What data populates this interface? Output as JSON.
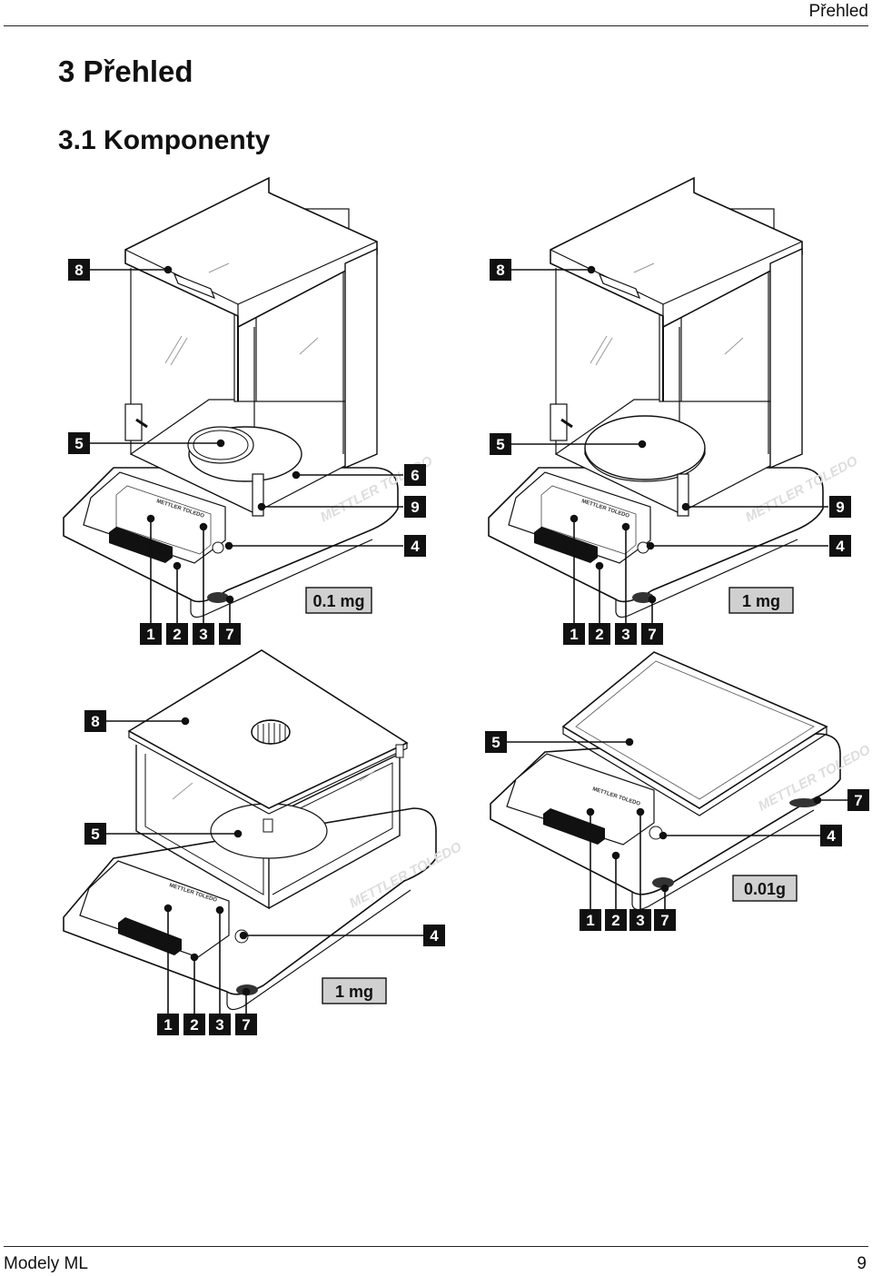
{
  "header": {
    "section": "Přehled"
  },
  "title": "3 Přehled",
  "subtitle": "3.1 Komponenty",
  "brand": "METTLER TOLEDO",
  "figures": [
    {
      "resolution": "0.1 mg",
      "callouts": [
        "8",
        "5",
        "6",
        "9",
        "4",
        "1",
        "2",
        "3",
        "7"
      ]
    },
    {
      "resolution": "1 mg",
      "callouts": [
        "8",
        "5",
        "9",
        "4",
        "1",
        "2",
        "3",
        "7"
      ]
    },
    {
      "resolution": "1 mg",
      "callouts": [
        "8",
        "5",
        "4",
        "1",
        "2",
        "3",
        "7"
      ]
    },
    {
      "resolution": "0.01g",
      "callouts": [
        "5",
        "7",
        "4",
        "1",
        "2",
        "3",
        "7"
      ]
    }
  ],
  "footer": {
    "model": "Modely ML",
    "page": "9"
  }
}
